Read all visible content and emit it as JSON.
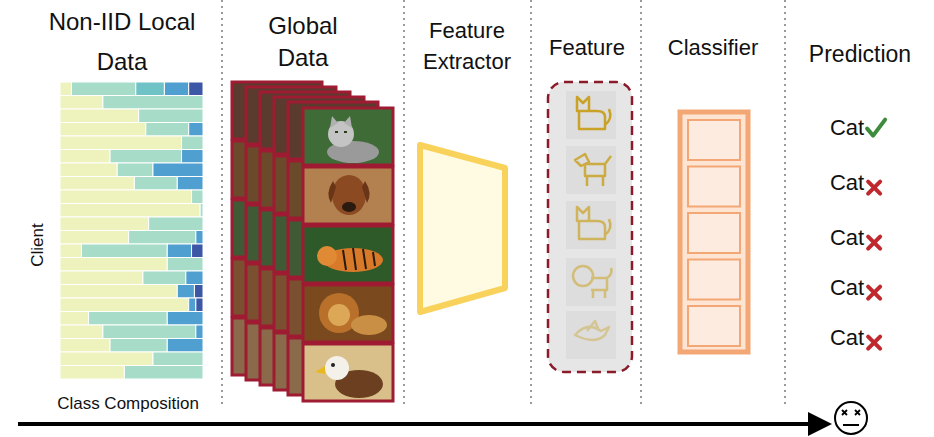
{
  "diagram": {
    "labels": [
      "Non-IID Local Data",
      "Global Data",
      "Feature Extractor",
      "Feature",
      "Classifier",
      "Prediction",
      "Client",
      "Class Composition",
      "Cat",
      "Cat",
      "Cat",
      "Cat",
      "Cat"
    ]
  }
}
